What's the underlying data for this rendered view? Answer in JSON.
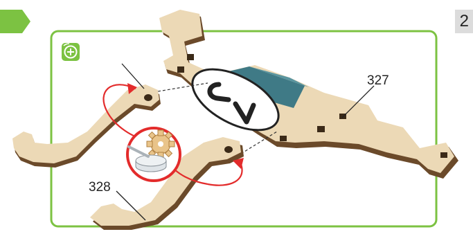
{
  "step": {
    "number": "2"
  },
  "parts": {
    "main_label": "327",
    "side_label": "328"
  },
  "colors": {
    "arrow_green": "#7cc242",
    "frame_green": "#7cc242",
    "wood": "#ecd9b6",
    "wood_edge": "#6b4a2a",
    "teal_stripe": "#3f7a86",
    "rotate_red": "#e32b2b"
  },
  "icons": {
    "add_badge": "plus-circle-icon",
    "rotate": "rotate-arrow-icon",
    "glue": "glue-applicator-icon"
  }
}
